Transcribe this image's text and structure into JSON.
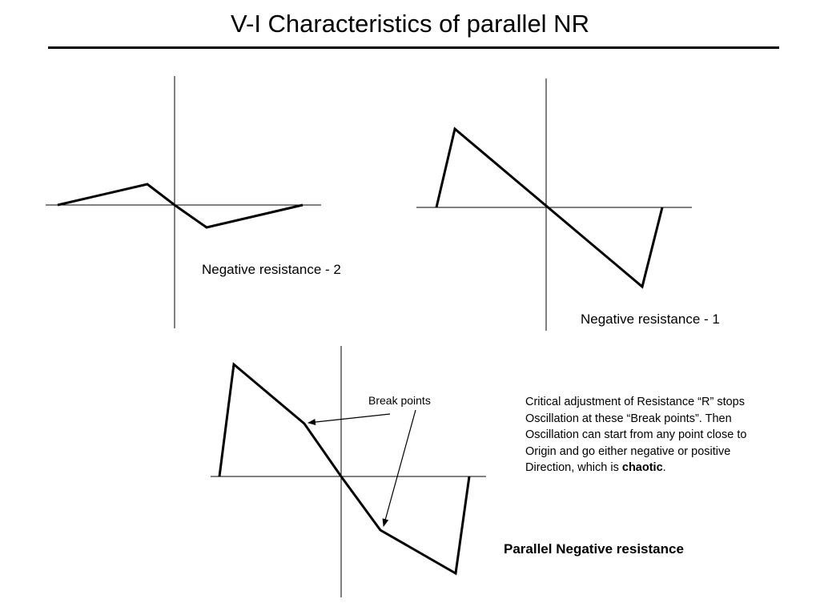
{
  "title": "V-I Characteristics of parallel NR",
  "graphs": {
    "nr2": {
      "label": "Negative resistance - 2"
    },
    "nr1": {
      "label": "Negative resistance - 1"
    },
    "parallel": {
      "label": "Parallel Negative resistance",
      "annotation": "Break points"
    }
  },
  "note": {
    "line1": "Critical adjustment of Resistance “R” stops",
    "line2": "Oscillation at these “Break points”. Then",
    "line3": "Oscillation can start from any point close to",
    "line4": "Origin and go either negative or positive",
    "line5_prefix": "Direction, which is ",
    "line5_bold": "chaotic",
    "line5_suffix": "."
  }
}
